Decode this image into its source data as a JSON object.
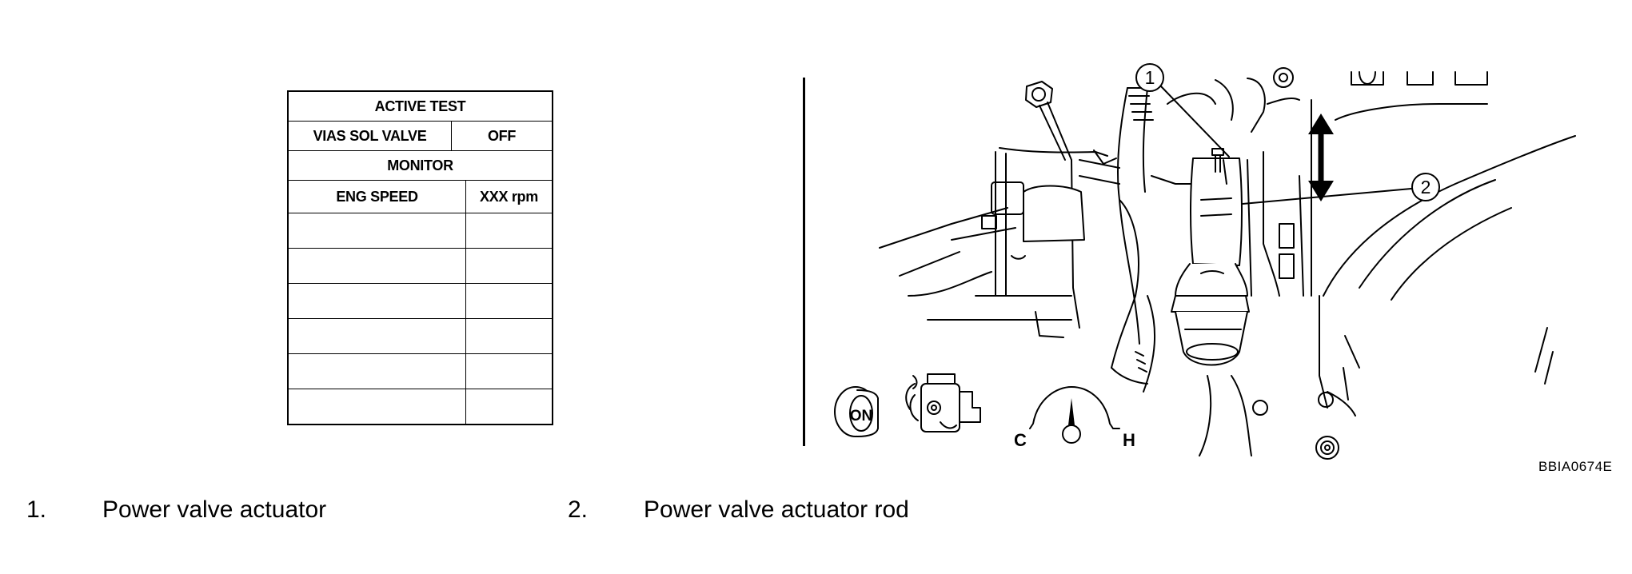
{
  "consult_table": {
    "active_test_header": "ACTIVE TEST",
    "test_item": "VIAS SOL VALVE",
    "test_value": "OFF",
    "monitor_header": "MONITOR",
    "monitor_item": "ENG SPEED",
    "monitor_value": "XXX rpm",
    "empty_rows": 6
  },
  "illustration": {
    "callout_1": "1",
    "callout_2": "2",
    "ignition_key_label": "ON",
    "temp_gauge_cold": "C",
    "temp_gauge_hot": "H",
    "figure_code": "BBIA0674E"
  },
  "legend": [
    {
      "number": "1.",
      "text": "Power valve actuator"
    },
    {
      "number": "2.",
      "text": "Power valve actuator rod"
    }
  ]
}
